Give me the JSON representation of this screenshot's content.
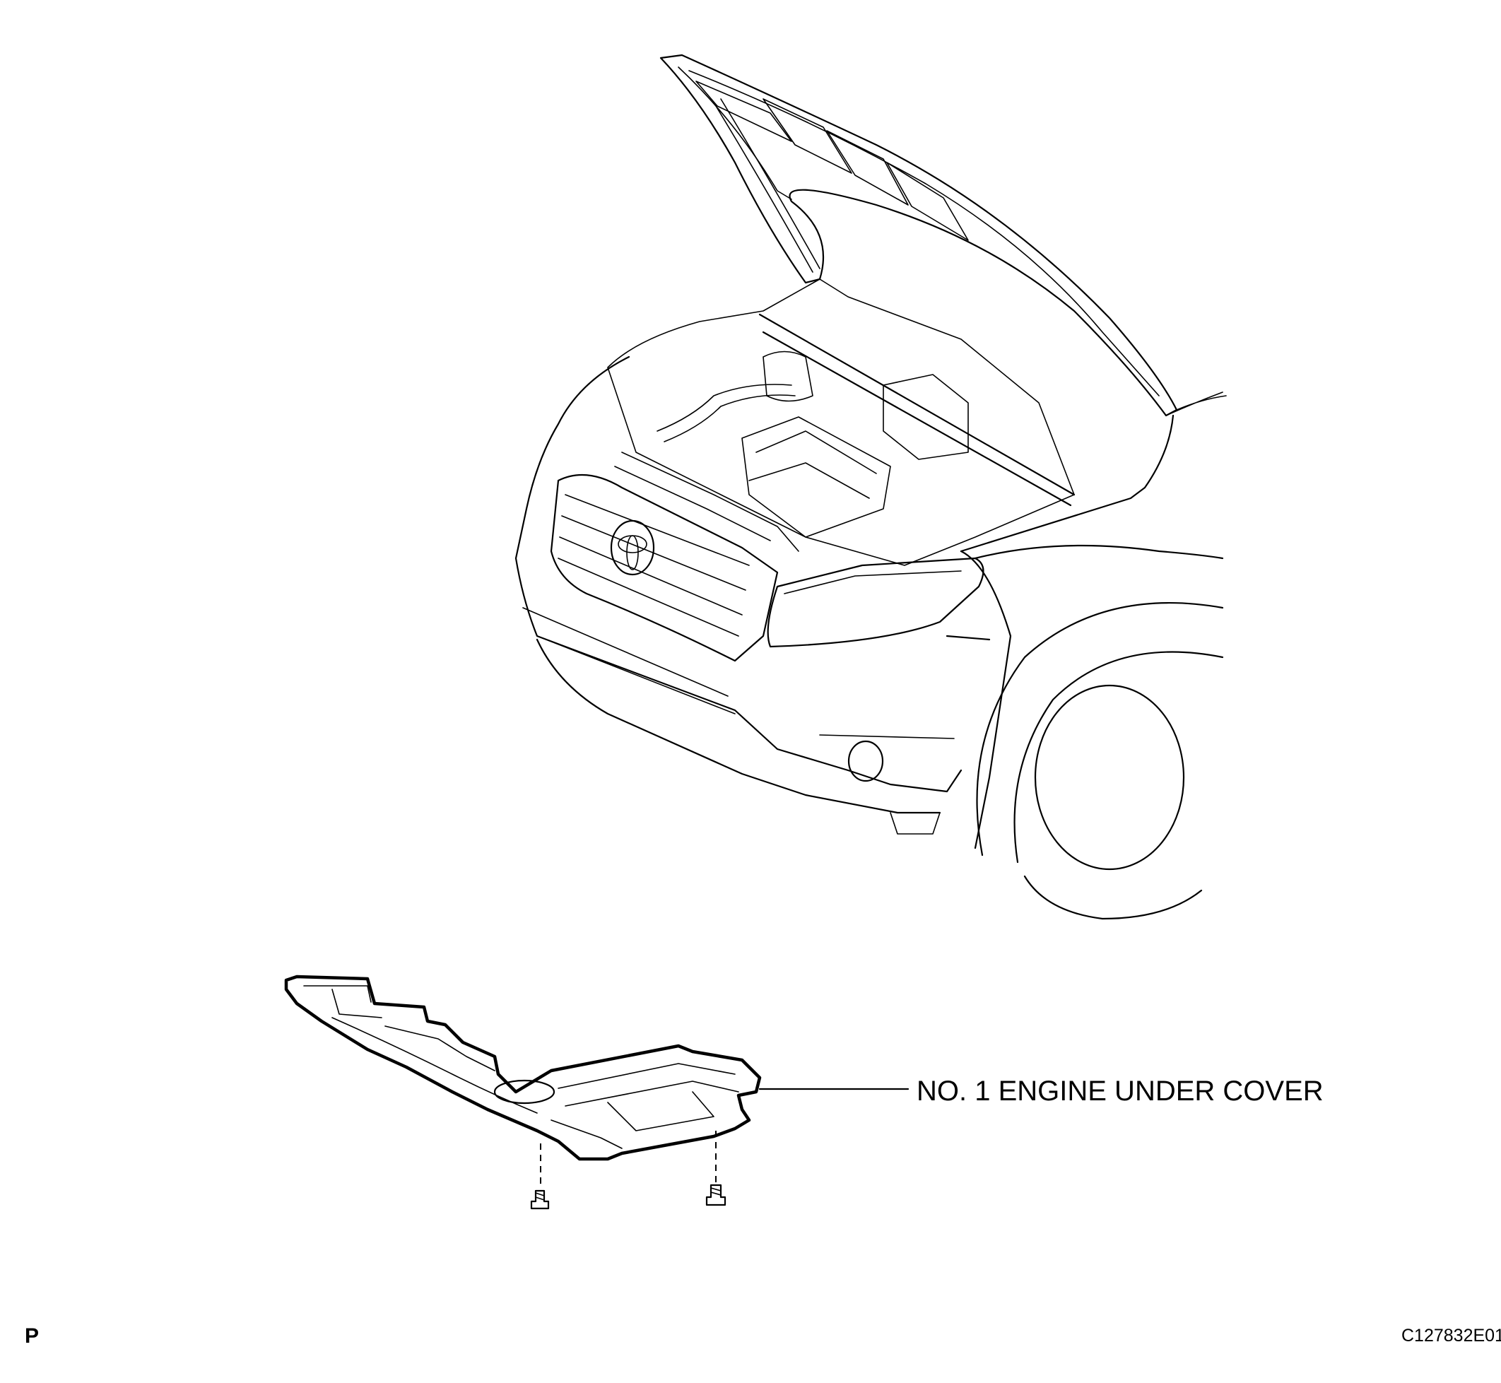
{
  "diagram": {
    "callout_label": "NO. 1 ENGINE UNDER COVER",
    "corner_mark": "P",
    "figure_id": "C127832E01"
  }
}
